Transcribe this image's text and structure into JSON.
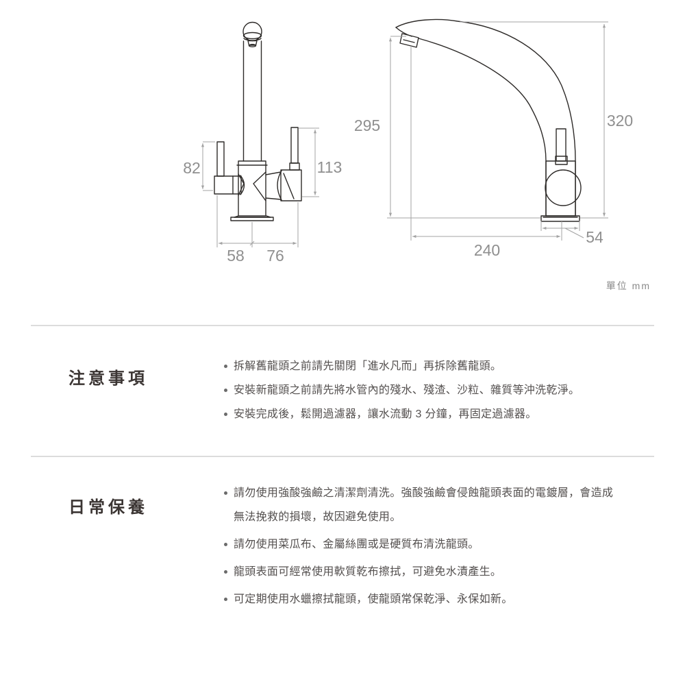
{
  "page": {
    "unit_label": "單位 mm"
  },
  "front_view": {
    "dim_handle_left": "82",
    "dim_handle_right": "113",
    "dim_base_left": "58",
    "dim_base_right": "76"
  },
  "side_view": {
    "dim_height_front": "295",
    "dim_height_back": "320",
    "dim_reach": "240",
    "dim_base_width": "54"
  },
  "sections": [
    {
      "title": "注意事項",
      "bullets": [
        "拆解舊龍頭之前請先關閉「進水凡而」再拆除舊龍頭。",
        "安裝新龍頭之前請先將水管內的殘水、殘渣、沙粒、雜質等沖洗乾淨。",
        "安裝完成後，鬆開過濾器，讓水流動 3 分鐘，再固定過濾器。"
      ]
    },
    {
      "title": "日常保養",
      "bullets": [
        "請勿使用強酸強鹼之清潔劑清洗。強酸強鹼會侵蝕龍頭表面的電鍍層，會造成無法挽救的損壞，故因避免使用。",
        "請勿使用菜瓜布、金屬絲團或是硬質布清洗龍頭。",
        "龍頭表面可經常使用軟質乾布擦拭，可避免水漬產生。",
        "可定期使用水蠟擦拭龍頭，使龍頭常保乾淨、永保如新。"
      ]
    }
  ]
}
